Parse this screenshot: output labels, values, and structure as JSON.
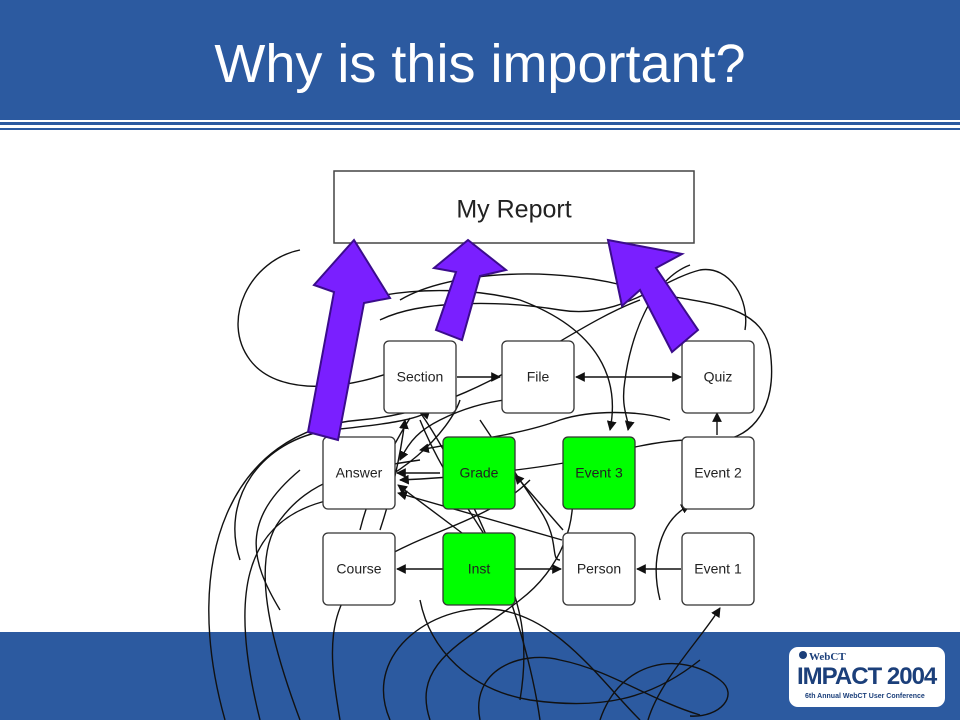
{
  "slide": {
    "title": "Why is this important?"
  },
  "diagram": {
    "report_label": "My Report",
    "nodes": {
      "section": "Section",
      "file": "File",
      "quiz": "Quiz",
      "answer": "Answer",
      "grade": "Grade",
      "event3": "Event 3",
      "event2": "Event 2",
      "course": "Course",
      "inst": "Inst",
      "person": "Person",
      "event1": "Event 1"
    },
    "highlighted_nodes": [
      "grade",
      "event3",
      "inst"
    ],
    "colors": {
      "highlight": "#00ff00",
      "report_arrows": "#7a1fff",
      "header": "#2c5aa0"
    }
  },
  "logo": {
    "top": "WebCT",
    "main": "IMPACT 2004",
    "sub": "6th Annual WebCT User Conference"
  }
}
